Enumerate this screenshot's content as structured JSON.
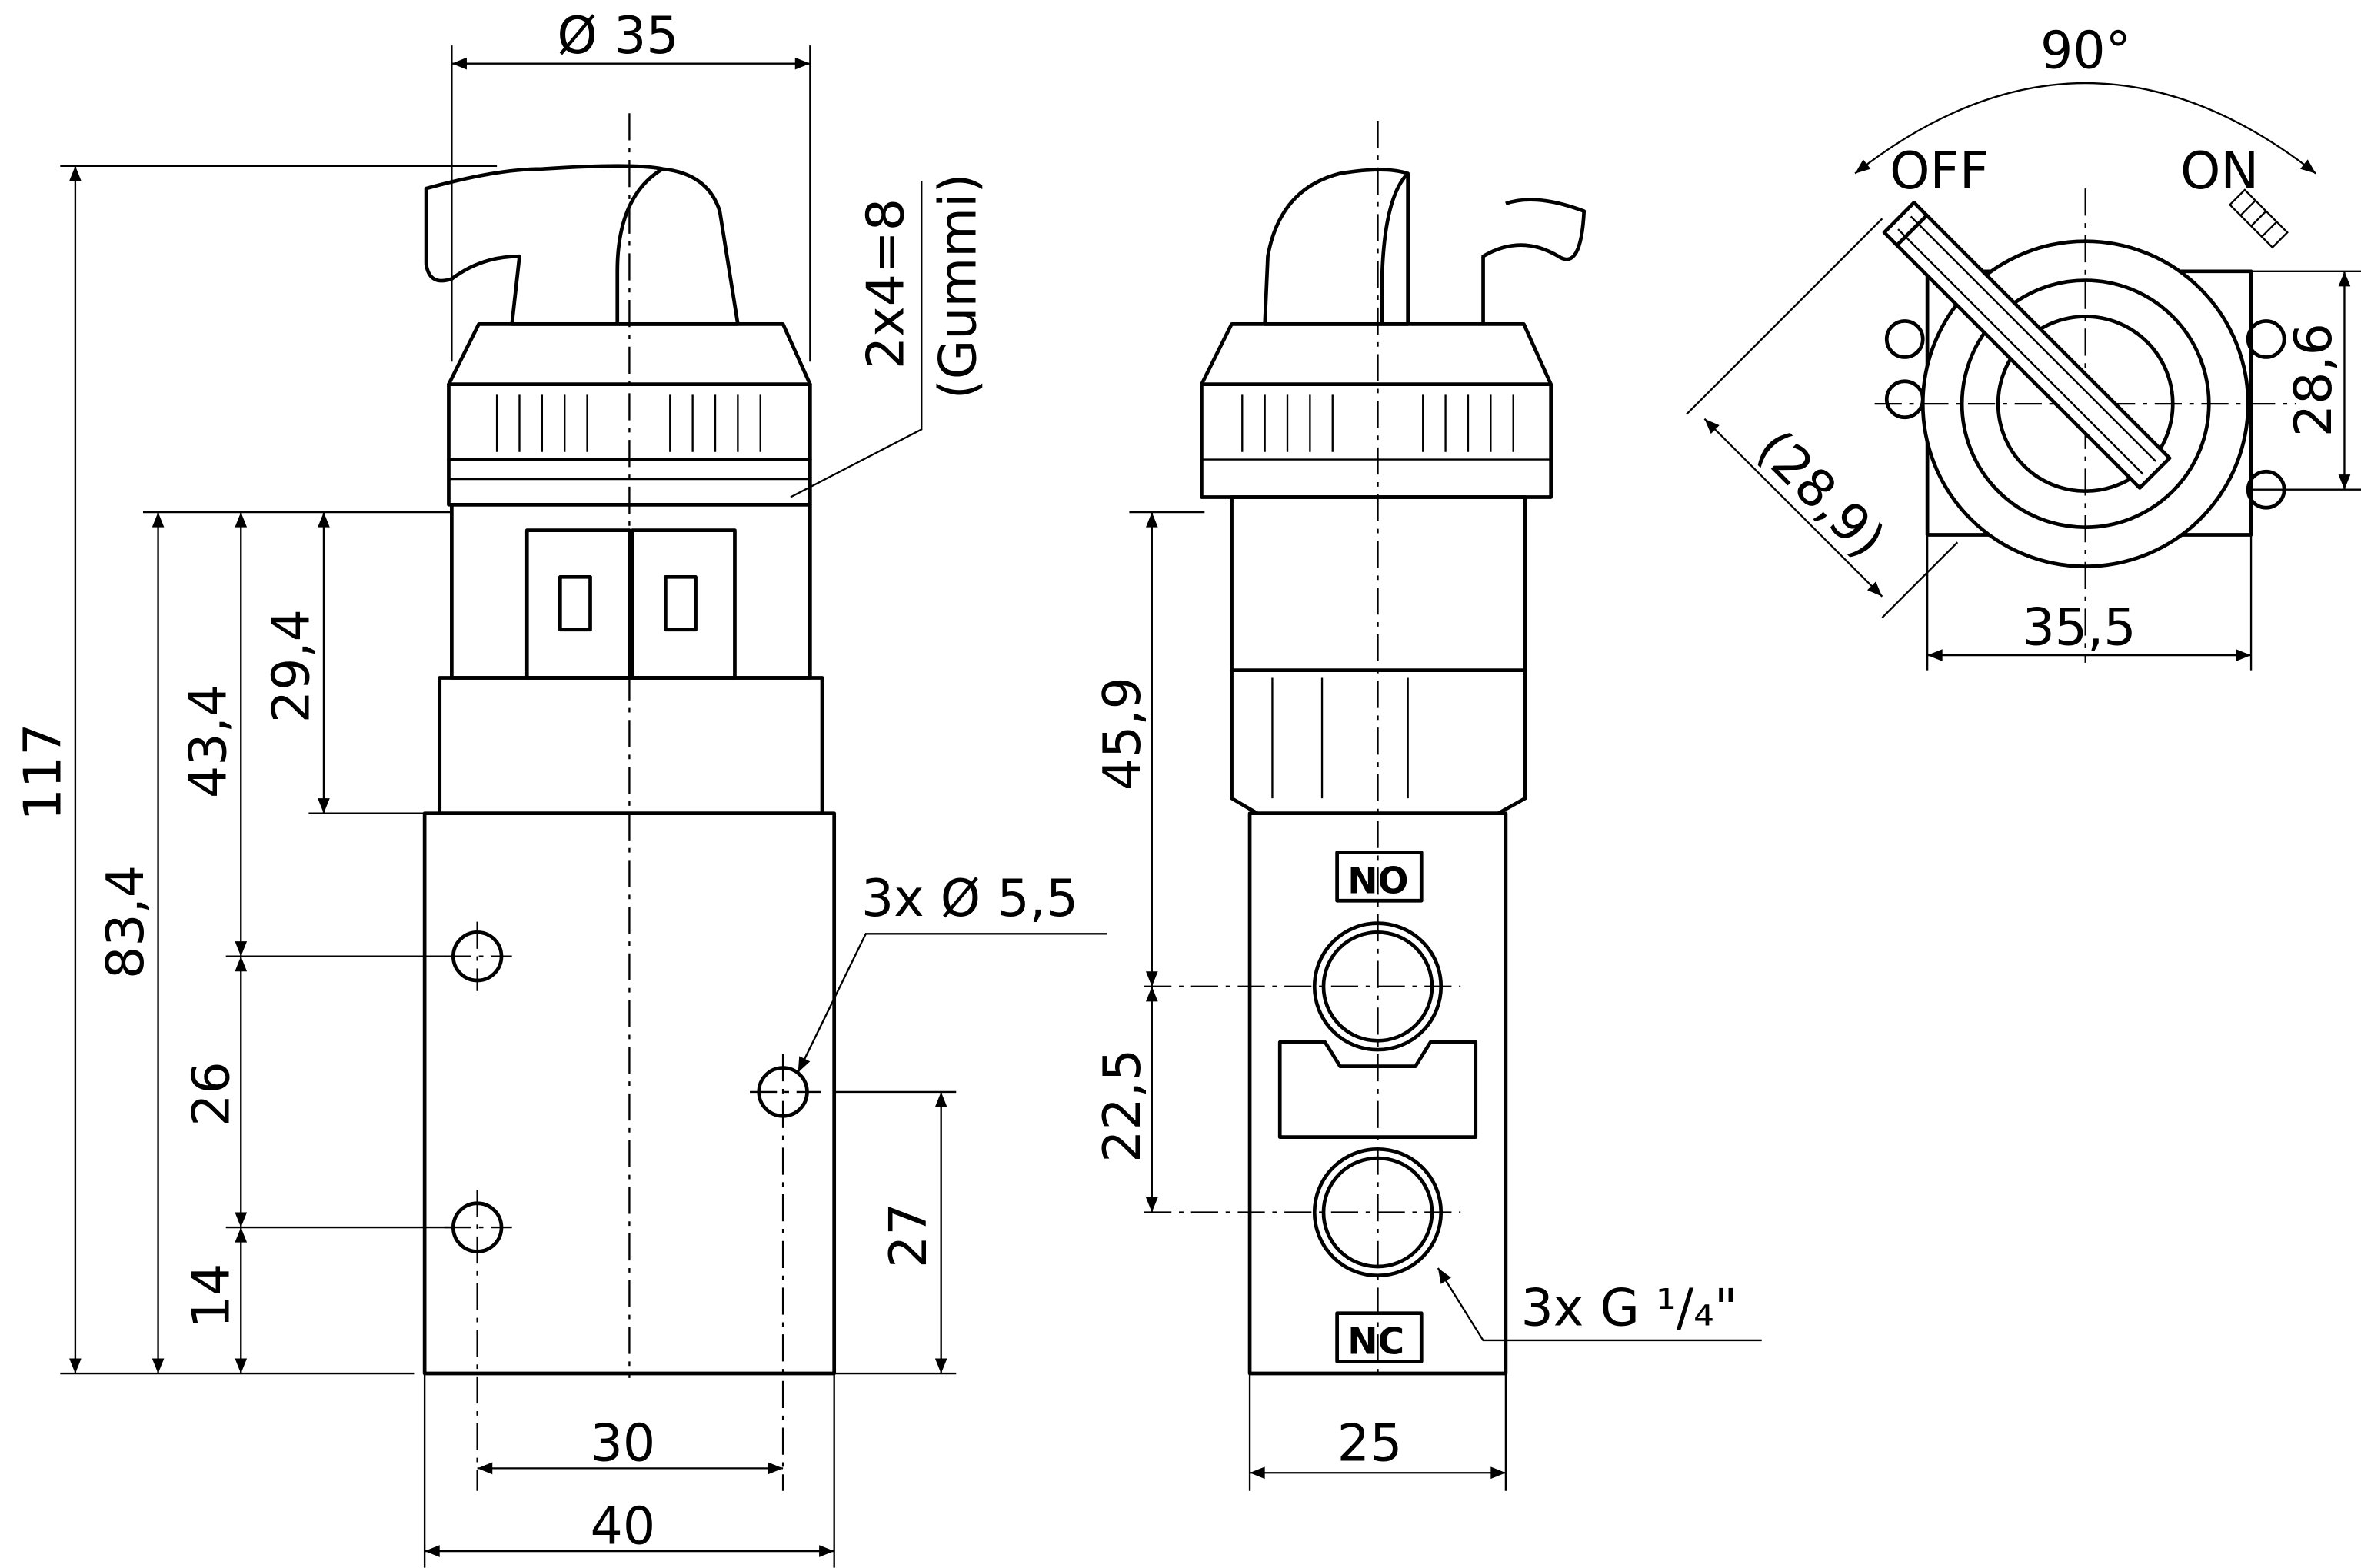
{
  "front_view": {
    "diameter": "Ø 35",
    "overall_height": "117",
    "height_83": "83,4",
    "height_43": "43,4",
    "height_29": "29,4",
    "spacing_26": "26",
    "offset_14": "14",
    "gasket_line1": "2x4=8",
    "gasket_line2": "(Gummi)",
    "holes": "3x Ø 5,5",
    "height_27": "27",
    "width_30": "30",
    "width_40": "40"
  },
  "side_view": {
    "height_45": "45,9",
    "spacing_22": "22,5",
    "port_no": "NO",
    "port_nc": "NC",
    "ports": "3x G ¹/₄\"",
    "width_25": "25"
  },
  "top_view": {
    "angle": "90°",
    "off": "OFF",
    "on": "ON",
    "diagonal": "(28,9)",
    "height": "28,6",
    "width": "35,5"
  }
}
